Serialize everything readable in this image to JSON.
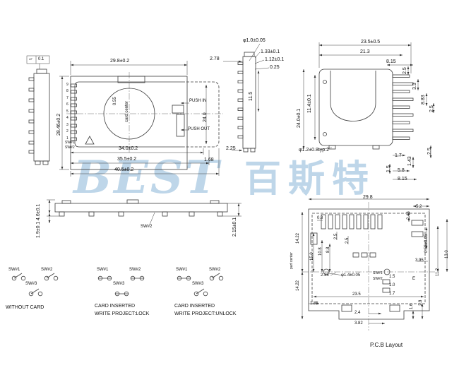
{
  "watermark": {
    "brand": "BEST",
    "cjk": "百斯特",
    "color": "#aecde4"
  },
  "icons": {
    "flatness": "▱",
    "warning": "△"
  },
  "side_view": {
    "flatness_value": "0.1"
  },
  "top_view": {
    "dim_width": "29.8±0.2",
    "dim_height": "28.46±0.2",
    "pins": [
      "9",
      "8",
      "7",
      "6",
      "5",
      "4",
      "3",
      "2",
      "1"
    ],
    "dim_offset": "0.55",
    "card_center": "card center",
    "push_in": "PUSH IN",
    "push_out": "PUSH OUT",
    "dim_card": "24.0",
    "dim_a": "34.0±0.2",
    "dim_b": "35.5±0.2",
    "dim_c": "40.5±0.2",
    "dim_d": "1.68",
    "dim_e": "2.25",
    "sw1": "SW#1",
    "sw2": "SW#2"
  },
  "strip_view": {
    "dia": "φ1.0±0.05",
    "dim_a": "1.33±0.1",
    "dim_b": "1.12±0.1",
    "dim_c": "0.25",
    "dim_d": "2.78",
    "dim_e": "11.5"
  },
  "rear_view": {
    "dim_a": "23.5±0.5",
    "dim_b": "21.3",
    "dim_c": "8.15",
    "dim_d": "2.5",
    "dim_e": "3.3",
    "dim_f": "8.83",
    "dim_g": "2.5",
    "dim_h": "11.4±0.1",
    "dim_i": "24.0±0.1",
    "dia": "φ1.2±0.8typ.2",
    "dim_j": "1.7",
    "dim_k": "1.43",
    "dim_l": "2.5",
    "dim_m": "1.5",
    "dim_n": "5.8",
    "dim_o": "8.15"
  },
  "front_view": {
    "dim_a": "4.6±0.1",
    "dim_b": "1.9±0.1",
    "dim_c": "2.15±0.1",
    "sw2": "SW#2"
  },
  "switch_states": [
    {
      "sw1": "SW#1",
      "sw2": "SW#2",
      "sw3": "SW#3",
      "caption1": "WITHOUT CARD",
      "caption2": ""
    },
    {
      "sw1": "SW#1",
      "sw2": "SW#2",
      "sw3": "SW#3",
      "caption1": "CARD INSERTED",
      "caption2": "WRITE PROJECT:LOCK"
    },
    {
      "sw1": "SW#1",
      "sw2": "SW#2",
      "sw3": "SW#3",
      "caption1": "CARD INSERTED",
      "caption2": "WRITE PROJECT:UNLOCK"
    }
  ],
  "pcb": {
    "title": "P.C.B Layout",
    "dim_width": "29.8",
    "dim_a": "5.2",
    "dim_b": "0.8",
    "dim_c": "14.22",
    "dim_d": "14.22",
    "center_label": "part center",
    "dim_e": "15.0",
    "dim_f": "10.8",
    "dim_g": "8.8",
    "dim_h": "2.5",
    "dim_i": "2.5",
    "dim_j": "2.35",
    "dia": "φ1.4±0.05",
    "dim_k": "23.5",
    "dim_l": "1.85",
    "dim_m": "2.4",
    "dim_n": "3.82",
    "dim_o": "1.6",
    "dim_p": "2.8",
    "dim_q": "11.2",
    "dim_r": "13.0",
    "dim_s": "3.95",
    "dim_t": "0.55±0.05",
    "dim_u": "2.43",
    "dim_v": "1.5",
    "dim_w": "1.0",
    "dim_x": "1.7",
    "sw1": "SW#1",
    "sw2": "SW#2",
    "datum": "E"
  }
}
